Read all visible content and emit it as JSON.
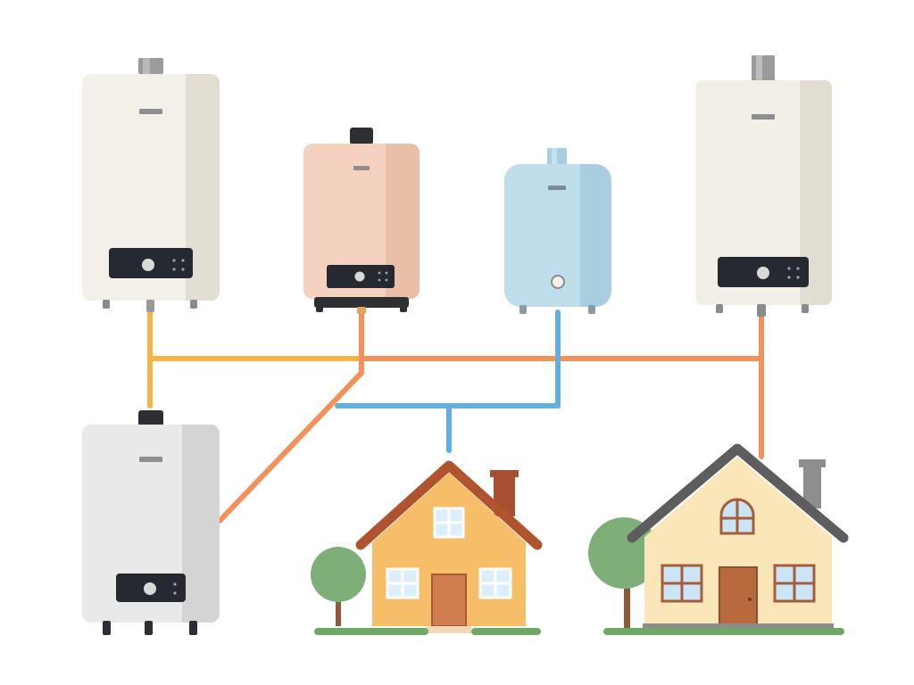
{
  "diagram": {
    "heaters": [
      {
        "id": "heater-top-left",
        "style": "tall",
        "body_color": "#F3F0E8",
        "side_color": "#E3DED4",
        "control_panel": "dial-and-dots"
      },
      {
        "id": "heater-top-center-left",
        "style": "compact",
        "body_color": "#F4D2BF",
        "side_color": "#E9BFA8",
        "control_panel": "dial-and-dots"
      },
      {
        "id": "heater-top-center-right",
        "style": "tank",
        "body_color": "#BFDDEB",
        "side_color": "#A9CEE0",
        "control_panel": "single-knob"
      },
      {
        "id": "heater-top-right",
        "style": "tall",
        "body_color": "#F1EFE6",
        "side_color": "#E2DDD2",
        "control_panel": "dial-and-dots"
      },
      {
        "id": "heater-bottom-left",
        "style": "tall",
        "body_color": "#E9E9E9",
        "side_color": "#D4D4D4",
        "control_panel": "dial-and-dots"
      }
    ],
    "pipe_colors": {
      "yellow": "#F6B446",
      "orange": "#F2925A",
      "blue": "#63AEDB"
    },
    "houses": [
      {
        "id": "house-small",
        "wall_color": "#F7BE6A",
        "roof_color": "#B0542F",
        "door_color": "#D17E4E",
        "window_color": "#DCEEFA",
        "chimney_color": "#A94E30"
      },
      {
        "id": "house-large",
        "wall_color": "#FBE6BA",
        "roof_color": "#5D5D5D",
        "door_color": "#B86A3E",
        "window_color": "#CBE4F6",
        "chimney_color": "#8E8E8E"
      }
    ],
    "trees": [
      {
        "id": "tree-small-house",
        "foliage_color": "#7FAF78",
        "trunk_color": "#8A5A3A"
      },
      {
        "id": "tree-large-house",
        "foliage_color": "#7FAF78",
        "trunk_color": "#8A5A3A"
      }
    ],
    "ground_color": "#6FA866"
  }
}
